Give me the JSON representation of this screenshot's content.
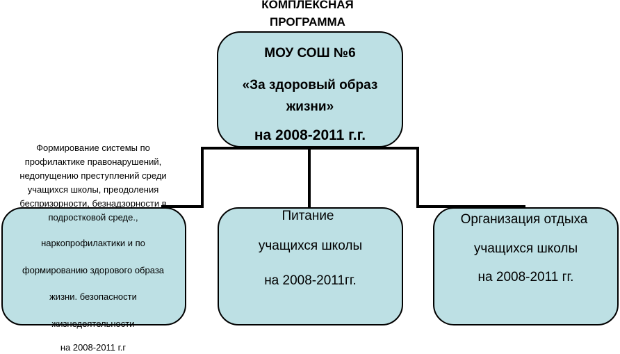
{
  "title": [
    "КОМПЛЕКСНАЯ",
    "ПРОГРАММА"
  ],
  "main_box": [
    "МОУ СОШ №6",
    "«За здоровый образ",
    "жизни»",
    "на 2008-2011 г.г."
  ],
  "left_box": [
    "Формирование системы по",
    "профилактике правонарушений,",
    "недопущению преступлений среди",
    "учащихся школы, преодоления",
    "беспризорности, безнадзорности в",
    "подростковой среде.,",
    "наркопрофилактики  и по",
    "формированию здорового образа",
    "жизни. безопасности",
    "жизнедеятельности",
    "на 2008-2011 г.г"
  ],
  "middle_box": [
    "Питание",
    "учащихся школы",
    "на  2008-2011гг."
  ],
  "right_box": [
    "Организация отдыха",
    "учащихся школы",
    "на 2008-2011 гг."
  ],
  "colors": {
    "box_fill": "#bde0e4",
    "stroke": "#000000"
  }
}
